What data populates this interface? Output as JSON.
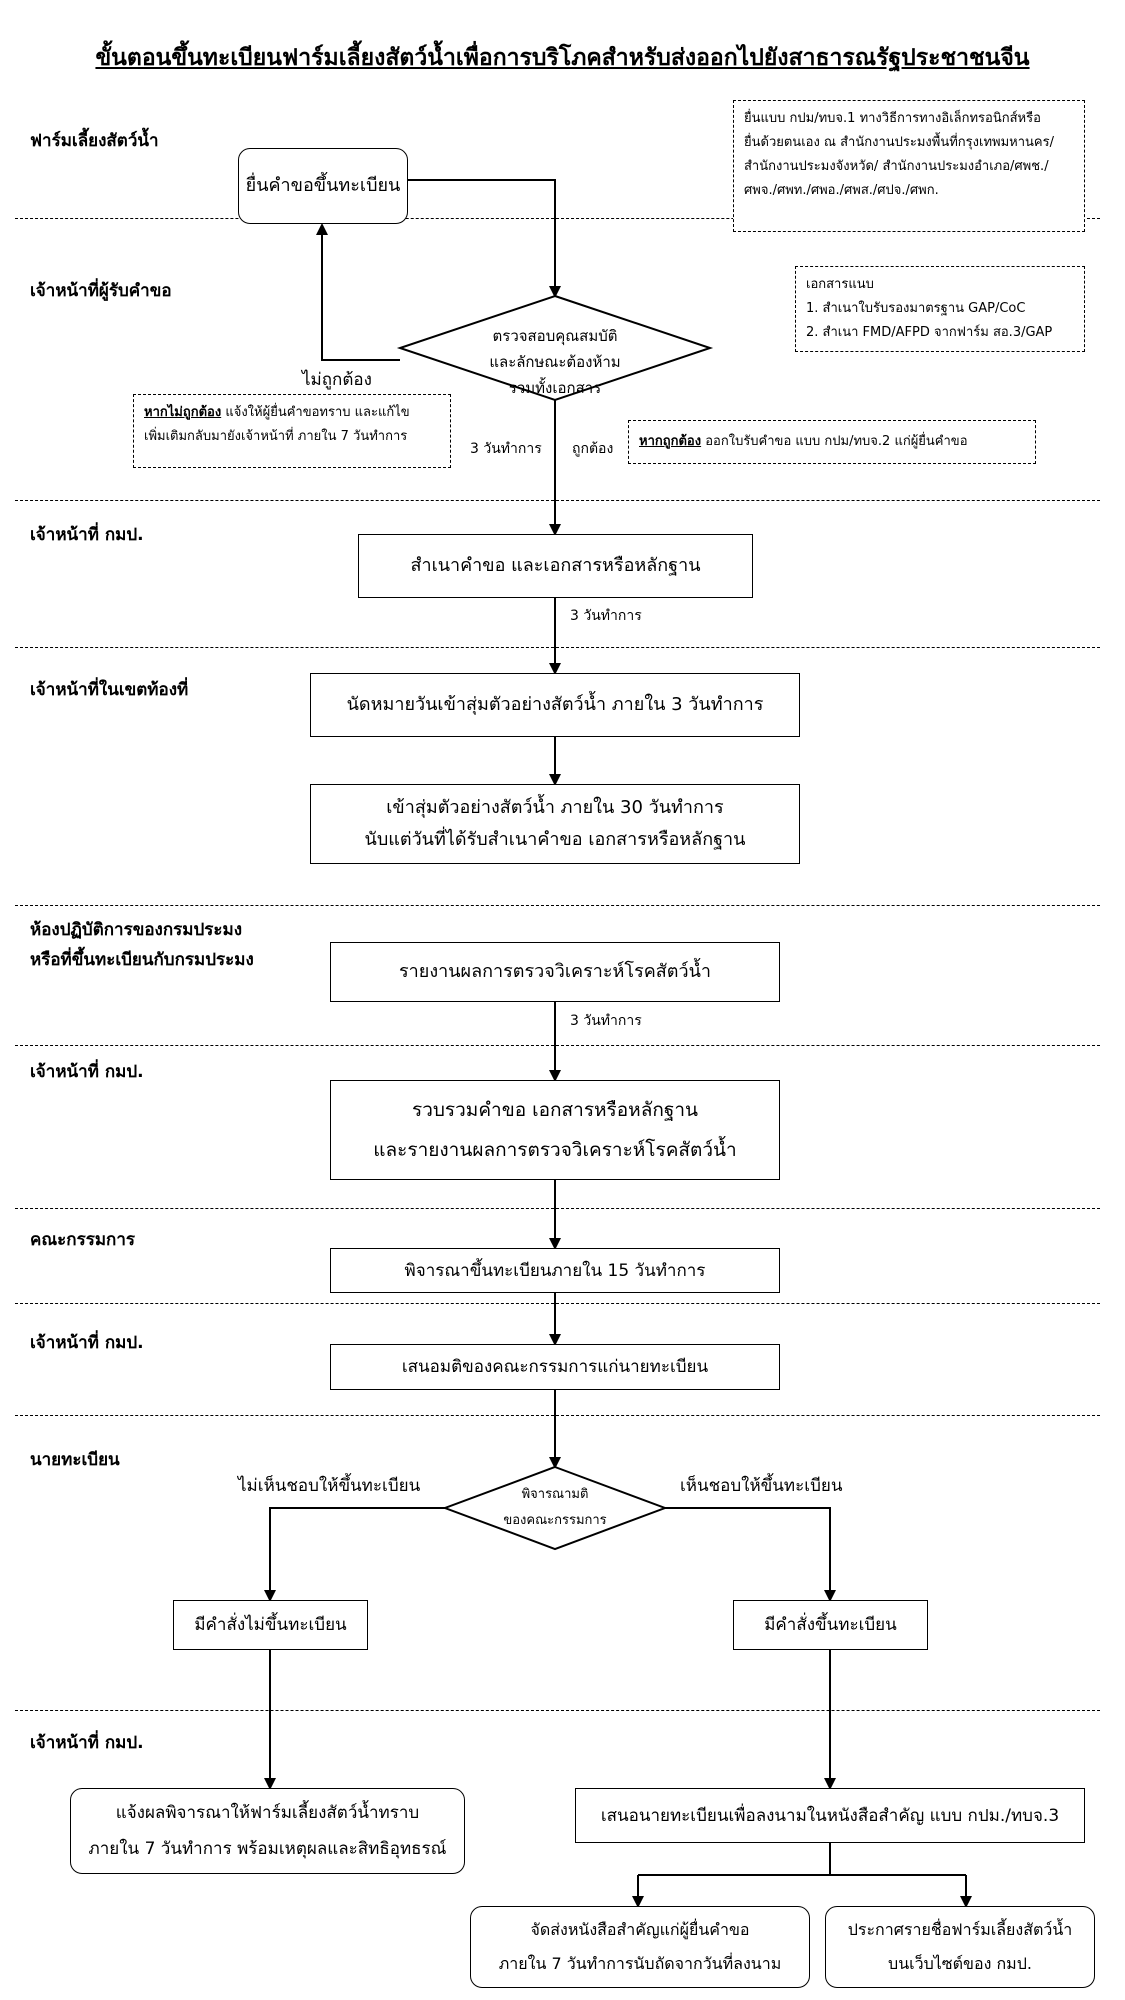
{
  "title": "ขั้นตอนขึ้นทะเบียนฟาร์มเลี้ยงสัตว์น้ำเพื่อการบริโภคสำหรับส่งออกไปยังสาธารณรัฐประชาชนจีน",
  "lanes": [
    "ฟาร์มเลี้ยงสัตว์น้ำ",
    "เจ้าหน้าที่ผู้รับคำขอ",
    "เจ้าหน้าที่ กมป.",
    "เจ้าหน้าที่ในเขตท้องที่",
    "ห้องปฏิบัติการของกรมประมง",
    "หรือที่ขึ้นทะเบียนกับกรมประมง",
    "เจ้าหน้าที่ กมป.",
    "คณะกรรมการ",
    "เจ้าหน้าที่ กมป.",
    "นายทะเบียน",
    "เจ้าหน้าที่ กมป."
  ],
  "notes": {
    "submit_methods": [
      "ยื่นแบบ กปม/ทบจ.1 ทางวิธีการทางอิเล็กทรอนิกส์หรือ",
      "ยื่นด้วยตนเอง ณ สำนักงานประมงพื้นที่กรุงเทพมหานคร/",
      "สำนักงานประมงจังหวัด/ สำนักงานประมงอำเภอ/ศพช./",
      "ศพจ./ศพท./ศพอ./ศพส./ศปจ./ศพก."
    ],
    "attachments": [
      "เอกสารแนบ",
      "1. สำเนาใบรับรองมาตรฐาน GAP/CoC",
      "2. สำเนา FMD/AFPD จากฟาร์ม สอ.3/GAP"
    ],
    "incorrect_head": "หากไม่ถูกต้อง",
    "incorrect_l1": "แจ้งให้ผู้ยื่นคำขอทราบ และแก้ไข",
    "incorrect_l2": "เพิ่มเติมกลับมายังเจ้าหน้าที่ ภายใน 7 วันทำการ",
    "correct_head": "หากถูกต้อง",
    "correct_text": "ออกใบรับคำขอ แบบ กปม/ทบจ.2 แก่ผู้ยื่นคำขอ"
  },
  "steps": {
    "submit": "ยื่นคำขอขึ้นทะเบียน",
    "check_l1": "ตรวจสอบคุณสมบัติ",
    "check_l2": "และลักษณะต้องห้าม",
    "check_l3": "รวมทั้งเอกสาร",
    "copy": "สำเนาคำขอ และเอกสารหรือหลักฐาน",
    "appoint": "นัดหมายวันเข้าสุ่มตัวอย่างสัตว์น้ำ ภายใน 3 วันทำการ",
    "sample_l1": "เข้าสุ่มตัวอย่างสัตว์น้ำ ภายใน 30 วันทำการ",
    "sample_l2": "นับแต่วันที่ได้รับสำเนาคำขอ เอกสารหรือหลักฐาน",
    "report": "รายงานผลการตรวจวิเคราะห์โรคสัตว์น้ำ",
    "compile_l1": "รวบรวมคำขอ เอกสารหรือหลักฐาน",
    "compile_l2": "และรายงานผลการตรวจวิเคราะห์โรคสัตว์น้ำ",
    "consider": "พิจารณาขึ้นทะเบียนภายใน 15 วันทำการ",
    "propose": "เสนอมติของคณะกรรมการแก่นายทะเบียน",
    "decision_l1": "พิจารณามติ",
    "decision_l2": "ของคณะกรรมการ",
    "order_no": "มีคำสั่งไม่ขึ้นทะเบียน",
    "order_yes": "มีคำสั่งขึ้นทะเบียน",
    "notify_l1": "แจ้งผลพิจารณาให้ฟาร์มเลี้ยงสัตว์น้ำทราบ",
    "notify_l2": "ภายใน 7 วันทำการ พร้อมเหตุผลและสิทธิอุทธรณ์",
    "sign": "เสนอนายทะเบียนเพื่อลงนามในหนังสือสำคัญ แบบ กปม./ทบจ.3",
    "send_l1": "จัดส่งหนังสือสำคัญแก่ผู้ยื่นคำขอ",
    "send_l2": "ภายใน 7 วันทำการนับถัดจากวันที่ลงนาม",
    "announce_l1": "ประกาศรายชื่อฟาร์มเลี้ยงสัตว์น้ำ",
    "announce_l2": "บนเว็บไซต์ของ กมป."
  },
  "labels": {
    "incorrect": "ไม่ถูกต้อง",
    "correct": "ถูกต้อง",
    "days3_a": "3 วันทำการ",
    "days3_b": "3 วันทำการ",
    "days3_c": "3 วันทำการ",
    "disapprove": "ไม่เห็นชอบให้ขึ้นทะเบียน",
    "approve": "เห็นชอบให้ขึ้นทะเบียน"
  }
}
